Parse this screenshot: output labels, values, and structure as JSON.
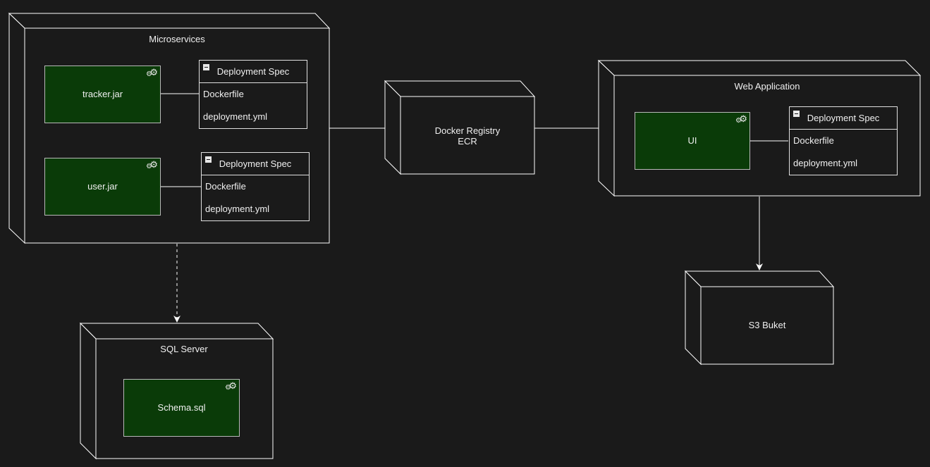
{
  "nodes": {
    "microservices": {
      "title": "Microservices"
    },
    "docker_registry": {
      "line1": "Docker Registry",
      "line2": "ECR"
    },
    "web_application": {
      "title": "Web Application"
    },
    "sql_server": {
      "title": "SQL Server"
    },
    "s3_bucket": {
      "title": "S3 Buket"
    }
  },
  "components": {
    "tracker": {
      "label": "tracker.jar"
    },
    "user": {
      "label": "user.jar"
    },
    "ui": {
      "label": "UI"
    },
    "schema": {
      "label": "Schema.sql"
    }
  },
  "specs": {
    "tracker_spec": {
      "header": "Deployment Spec",
      "rows": [
        "Dockerfile",
        "deployment.yml"
      ]
    },
    "user_spec": {
      "header": "Deployment Spec",
      "rows": [
        "Dockerfile",
        "deployment.yml"
      ]
    },
    "ui_spec": {
      "header": "Deployment Spec",
      "rows": [
        "Dockerfile",
        "deployment.yml"
      ]
    }
  },
  "colors": {
    "background": "#1a1a1a",
    "stroke": "#ffffff",
    "component_fill": "#0a3b08",
    "component_border": "#b9b9b9"
  },
  "icons": {
    "component": "gears-icon",
    "spec_collapse": "minus-square-icon"
  }
}
